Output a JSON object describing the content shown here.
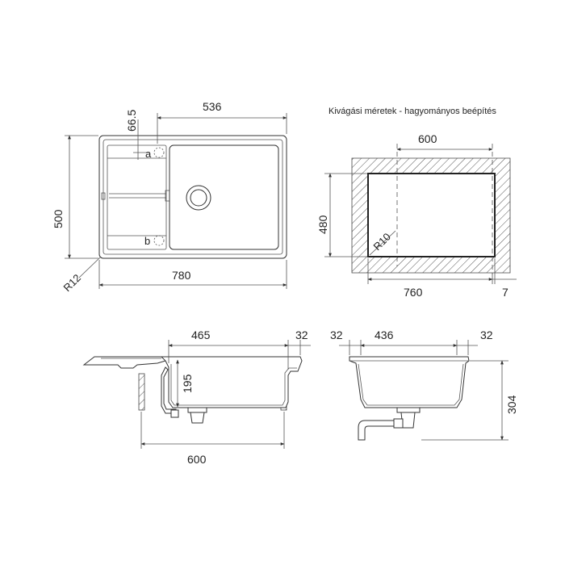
{
  "top_view": {
    "width": "780",
    "height": "500",
    "bowl_width": "536",
    "offset": "66.5",
    "radius": "R12",
    "label_a": "a",
    "label_b": "b"
  },
  "cutout": {
    "caption": "Kivágási méretek - hagyományos beépítés",
    "width": "600",
    "height": "480",
    "overall_width": "760",
    "edge": "7",
    "radius": "R10"
  },
  "front_section": {
    "bowl_width": "465",
    "rim": "32",
    "depth": "195",
    "cabinet": "600"
  },
  "side_section": {
    "rim_left": "32",
    "bowl_width": "436",
    "rim_right": "32",
    "height": "304"
  }
}
